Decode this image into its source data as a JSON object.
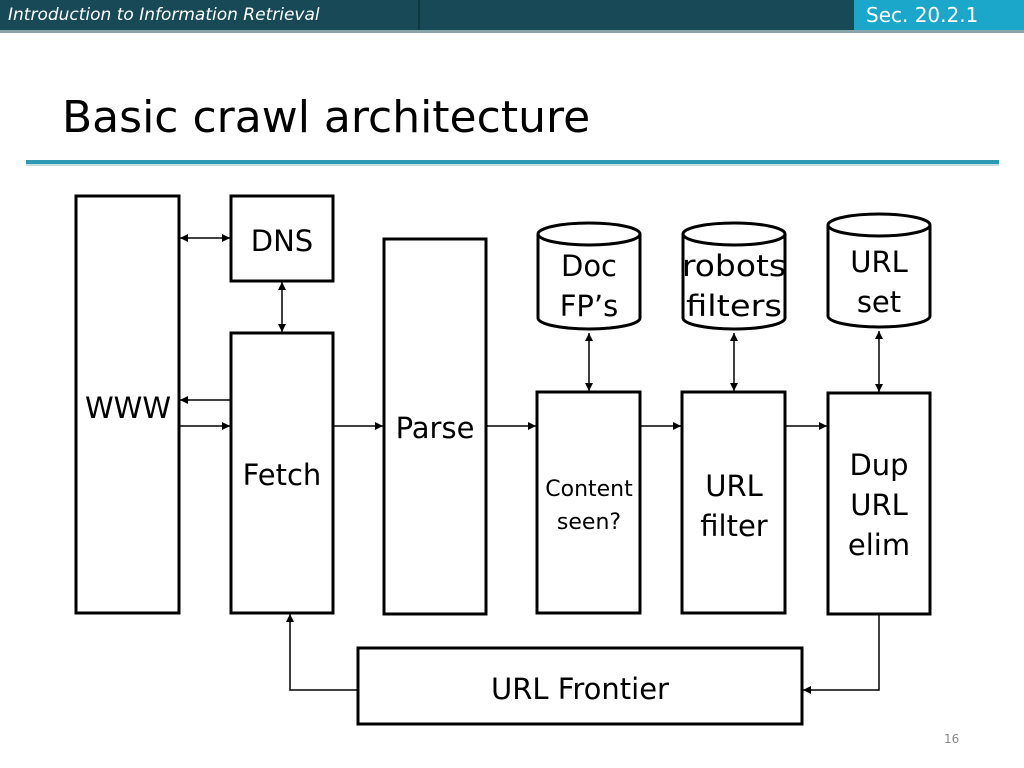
{
  "header": {
    "course_title": "Introduction to Information Retrieval",
    "section": "Sec. 20.2.1"
  },
  "slide": {
    "title": "Basic crawl architecture",
    "page_number": "16"
  },
  "diagram": {
    "www": "WWW",
    "dns": "DNS",
    "fetch": "Fetch",
    "parse": "Parse",
    "content_seen": [
      "Content",
      "seen?"
    ],
    "url_filter": [
      "URL",
      "filter"
    ],
    "dup_url_elim": [
      "Dup",
      "URL",
      "elim"
    ],
    "doc_fps": [
      "Doc",
      "FP’s"
    ],
    "robots_filters": [
      "robots",
      "filters"
    ],
    "url_set": [
      "URL",
      "set"
    ],
    "url_frontier": "URL Frontier"
  }
}
